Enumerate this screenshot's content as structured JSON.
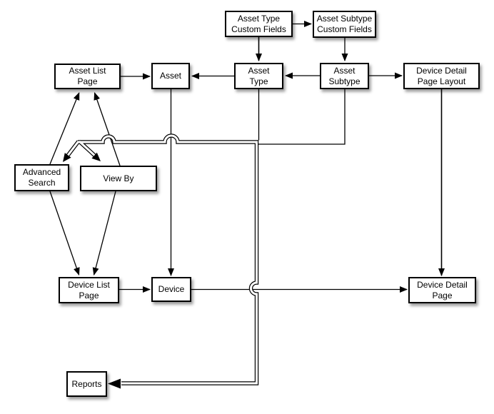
{
  "diagram": {
    "background": "#ffffff",
    "line_color": "#000000",
    "box_fill": "#ffffff",
    "box_border": "#000000",
    "nodes": {
      "asset_type_custom_fields": {
        "label": "Asset Type\nCustom Fields"
      },
      "asset_subtype_custom_fields": {
        "label": "Asset Subtype\nCustom Fields"
      },
      "asset_list_page": {
        "label": "Asset List\nPage"
      },
      "asset": {
        "label": "Asset"
      },
      "asset_type": {
        "label": "Asset\nType"
      },
      "asset_subtype": {
        "label": "Asset\nSubtype"
      },
      "device_detail_page_layout": {
        "label": "Device Detail\nPage Layout"
      },
      "advanced_search": {
        "label": "Advanced\nSearch"
      },
      "view_by": {
        "label": "View By"
      },
      "device_list_page": {
        "label": "Device List\nPage"
      },
      "device": {
        "label": "Device"
      },
      "device_detail_page": {
        "label": "Device Detail\nPage"
      },
      "reports": {
        "label": "Reports"
      }
    },
    "edges": [
      {
        "from": "asset-type-custom-fields",
        "to": "asset-subtype-custom-fields",
        "style": "single",
        "arrow": "to"
      },
      {
        "from": "asset-type-custom-fields",
        "to": "asset-type",
        "style": "single",
        "arrow": "to"
      },
      {
        "from": "asset-subtype-custom-fields",
        "to": "asset-subtype",
        "style": "single",
        "arrow": "to"
      },
      {
        "from": "asset-list-page",
        "to": "asset",
        "style": "single",
        "arrow": "to"
      },
      {
        "from": "asset-type",
        "to": "asset",
        "style": "single",
        "arrow": "to"
      },
      {
        "from": "asset-subtype",
        "to": "asset-type",
        "style": "single",
        "arrow": "to"
      },
      {
        "from": "asset-subtype",
        "to": "device-detail-page-layout",
        "style": "single",
        "arrow": "to"
      },
      {
        "from": "asset",
        "to": "device",
        "style": "single",
        "arrow": "to"
      },
      {
        "from": "device-detail-page-layout",
        "to": "device-detail-page",
        "style": "single",
        "arrow": "to"
      },
      {
        "from": "device",
        "to": "device-detail-page",
        "style": "single",
        "arrow": "to"
      },
      {
        "from": "device-list-page",
        "to": "device",
        "style": "single",
        "arrow": "to"
      },
      {
        "from": "advanced-search",
        "to": "asset-list-page",
        "style": "single",
        "arrow": "to"
      },
      {
        "from": "view-by",
        "to": "asset-list-page",
        "style": "single",
        "arrow": "to"
      },
      {
        "from": "advanced-search",
        "to": "device-list-page",
        "style": "single",
        "arrow": "to"
      },
      {
        "from": "view-by",
        "to": "device-list-page",
        "style": "single",
        "arrow": "to"
      },
      {
        "from": "asset-type",
        "to": "reports-trunk-junction",
        "style": "single",
        "arrow": "none"
      },
      {
        "from": "asset-subtype",
        "to": "reports-trunk-junction",
        "style": "single",
        "arrow": "none"
      },
      {
        "from": "trunk-branch-point",
        "to": "advanced-search",
        "style": "double",
        "arrow": "to"
      },
      {
        "from": "trunk-branch-point",
        "to": "view-by",
        "style": "double",
        "arrow": "to"
      },
      {
        "from": "trunk-branch-point",
        "to": "reports",
        "style": "double",
        "arrow": "to",
        "note": "routed right, down, left with line jumps"
      }
    ]
  }
}
